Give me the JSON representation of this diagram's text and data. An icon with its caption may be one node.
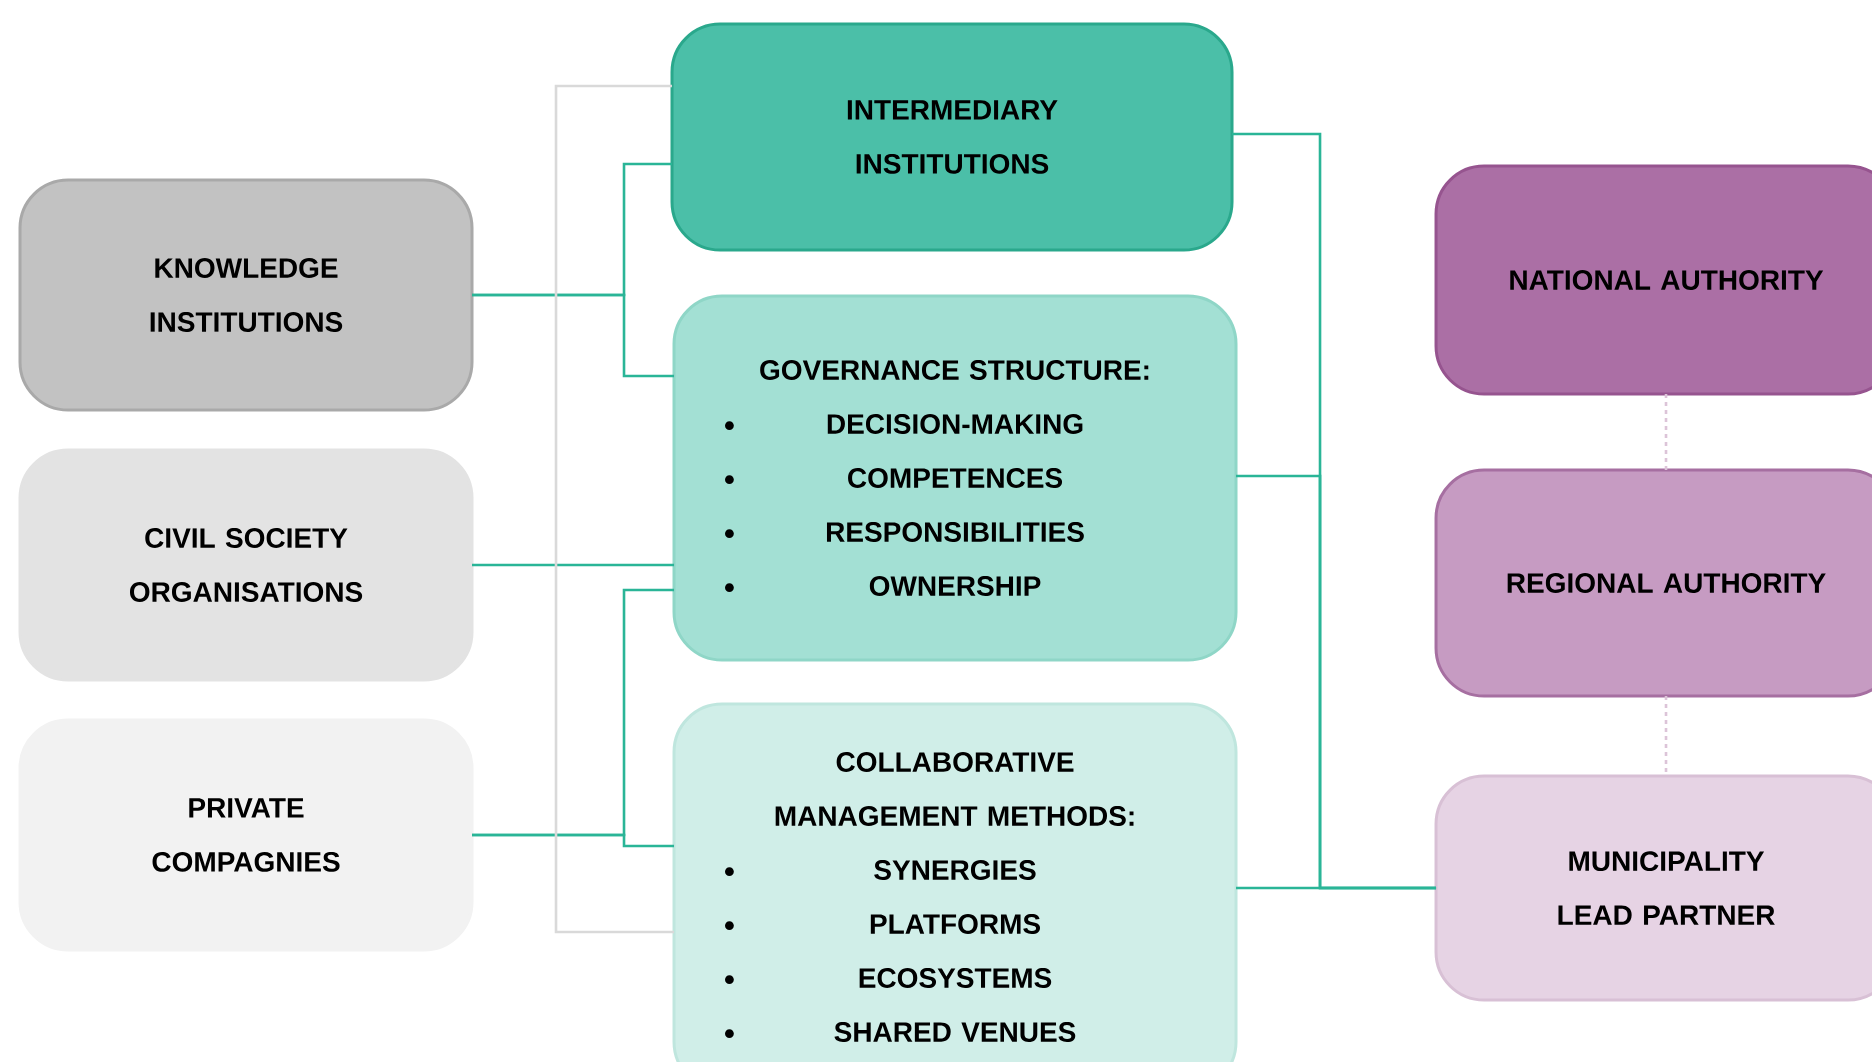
{
  "diagram": {
    "nodes": [
      {
        "text": [
          "KNOWLEDGE INSTITUTIONS"
        ]
      },
      {
        "text": [
          "CIVIL SOCIETY ORGANISATIONS"
        ]
      },
      {
        "text": [
          "PRIVATE COMPAGNIES"
        ]
      },
      {
        "text": [
          "INTERMEDIARY INSTITUTIONS"
        ]
      },
      {
        "text": [
          "GOVERNANCE STRUCTURE:",
          "DECISION-MAKING",
          "COMPETENCES",
          "RESPONSIBILITIES",
          "OWNERSHIP"
        ]
      },
      {
        "text": [
          "COLLABORATIVE MANAGEMENT METHODS:",
          "SYNERGIES",
          "PLATFORMS",
          "ECOSYSTEMS",
          "SHARED VENUES"
        ]
      },
      {
        "text": [
          "NATIONAL AUTHORITY"
        ]
      },
      {
        "text": [
          "REGIONAL AUTHORITY"
        ]
      },
      {
        "text": [
          "MUNICIPALITY LEAD PARTNER"
        ]
      }
    ],
    "edges": [
      {
        "from": 0,
        "to": 3,
        "arrow": "none"
      },
      {
        "from": 0,
        "to": 4,
        "arrow": "none"
      },
      {
        "from": 1,
        "to": 4,
        "arrow": "none"
      },
      {
        "from": 2,
        "to": 4,
        "arrow": "none"
      },
      {
        "from": 2,
        "to": 5,
        "arrow": "none"
      },
      {
        "from": 3,
        "to": 5,
        "arrow": "none",
        "color": "#d9d9d9"
      },
      {
        "from": 3,
        "to": 8,
        "arrow": "none"
      },
      {
        "from": 4,
        "to": 8,
        "arrow": "none"
      },
      {
        "from": 5,
        "to": 8,
        "arrow": "none"
      },
      {
        "from": 6,
        "to": 7,
        "arrow": "none",
        "style": "dashed",
        "color": "#dcc4d8"
      },
      {
        "from": 7,
        "to": 8,
        "arrow": "none",
        "style": "dashed",
        "color": "#dcc4d8"
      }
    ]
  }
}
